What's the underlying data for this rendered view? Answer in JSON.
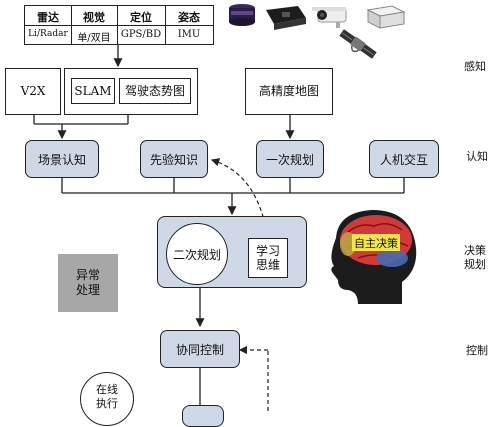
{
  "sensors": {
    "headers": [
      "雷达",
      "视觉",
      "定位",
      "姿态"
    ],
    "subs": [
      "Li/Radar",
      "单/双目",
      "GPS/BD",
      "IMU"
    ]
  },
  "layers": {
    "perception": "感知",
    "cognition": "认知",
    "decision": "决策\n规划",
    "control": "控制"
  },
  "perception": {
    "v2x": "V2X",
    "slam": "SLAM",
    "situation_map": "驾驶态势图",
    "hd_map": "高精度地图"
  },
  "cognition": {
    "scene": "场景认知",
    "prior": "先验知识",
    "first_plan": "一次规划",
    "hci": "人机交互"
  },
  "decision": {
    "second_plan": "二次规划",
    "learning": "学习\n思维",
    "brain_label": "自主决策"
  },
  "exception": "异常\n处理",
  "control": {
    "cooperative": "协同控制"
  },
  "online_exec": "在线\n执行"
}
